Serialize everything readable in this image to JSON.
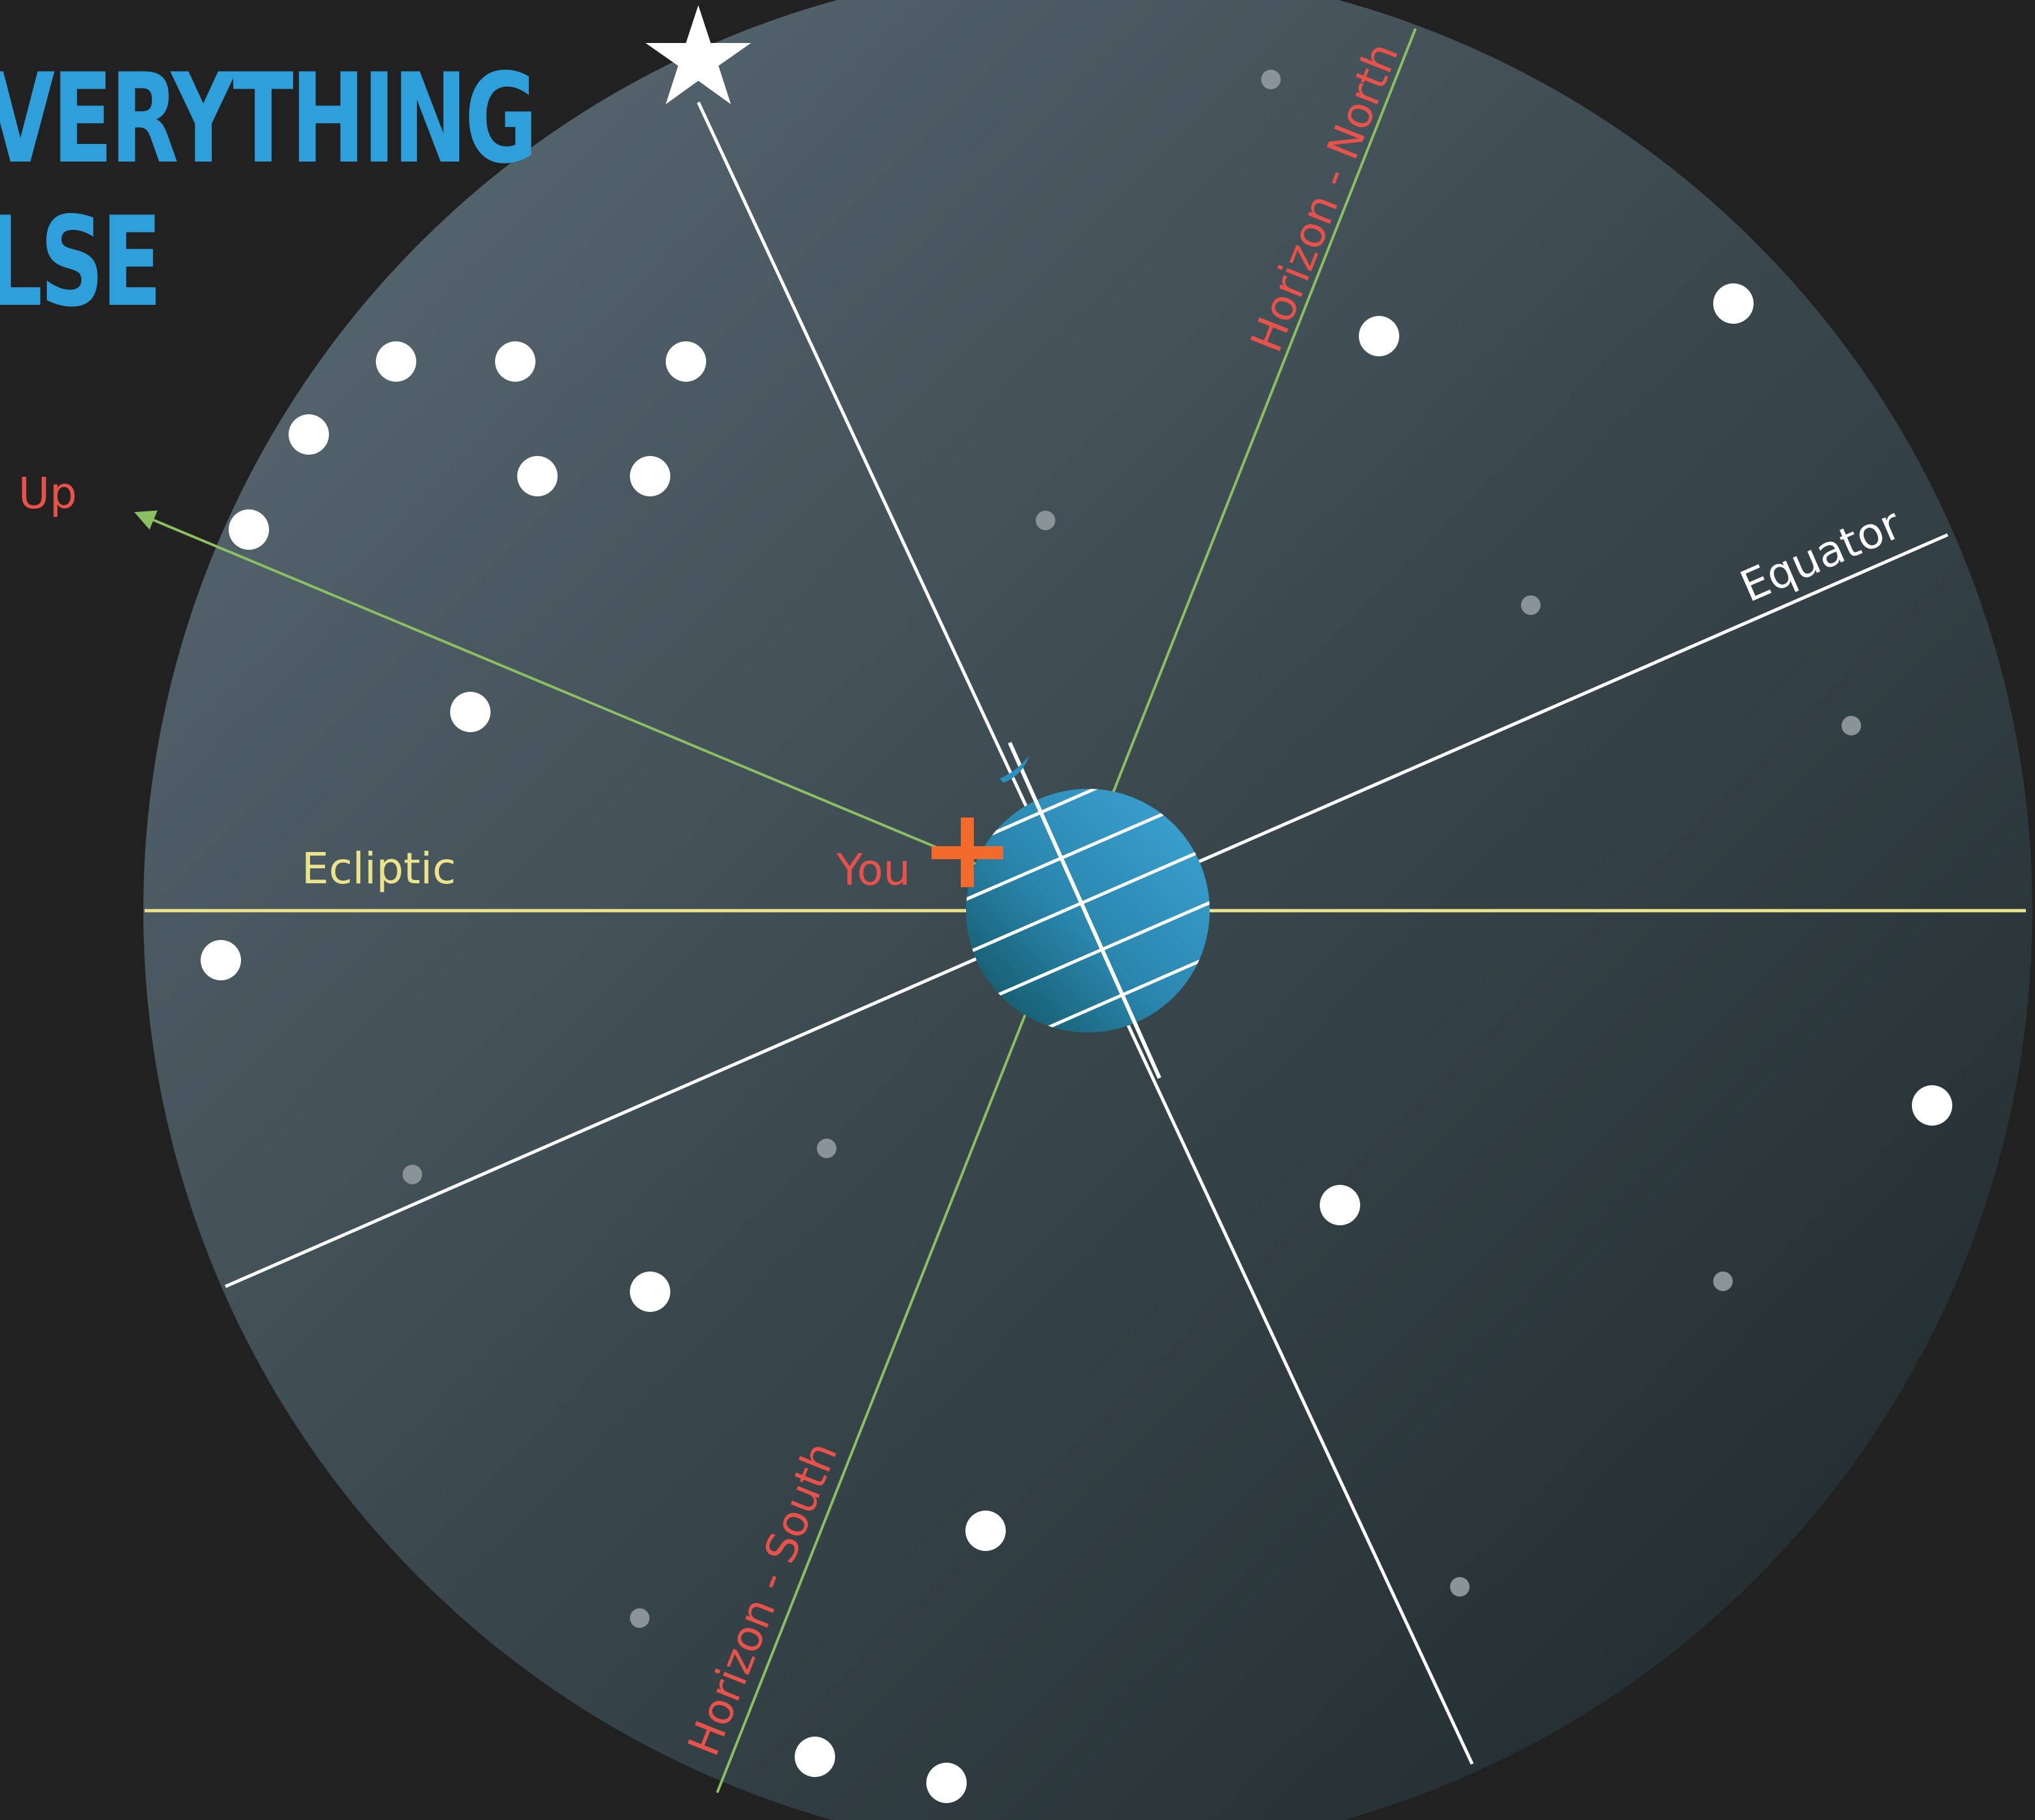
{
  "title": {
    "line1": "VERYTHING",
    "line2": "LSE"
  },
  "labels": {
    "up": "Up",
    "you": "You",
    "ecliptic": "Ecliptic",
    "equator": "Equator",
    "horizon_north": "Horizon - North",
    "horizon_south": "Horizon - South"
  },
  "colors": {
    "background": "#212121",
    "sphere_light": "#5a6a74",
    "sphere_dark": "#1d2a2c",
    "title": "#2e9fda",
    "red_label": "#e8524a",
    "horizon_line": "#8bc062",
    "ecliptic": "#ece48a",
    "equator": "#ffffff",
    "earth": "#3a9bcc",
    "you_marker": "#f26a2c"
  },
  "icons": {
    "pole_star": "star-icon",
    "you_marker": "plus-icon",
    "moon": "crescent-moon-icon"
  }
}
